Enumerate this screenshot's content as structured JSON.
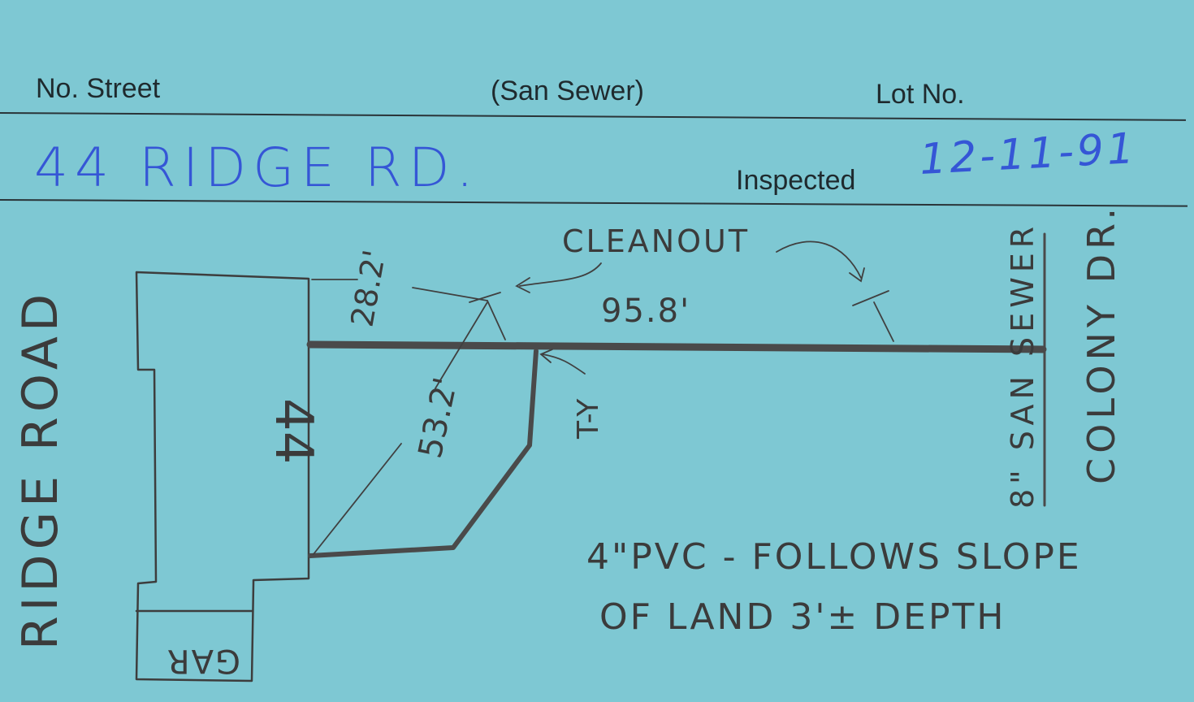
{
  "header": {
    "street_label": "No. Street",
    "service_label": "(San Sewer)",
    "lot_label": "Lot No.",
    "inspected_label": "Inspected"
  },
  "entry": {
    "address": "44 RIDGE RD.",
    "inspected_date": "12-11-91"
  },
  "sketch": {
    "street_left": "RIDGE ROAD",
    "street_right": "COLONY DR.",
    "sewer_label": "8\" SAN SEWER",
    "house_number": "44",
    "garage_label": "GAR",
    "cleanout_label": "CLEANOUT",
    "dim_1": "28.2'",
    "dim_2": "53.2'",
    "dim_3": "95.8'",
    "tee_label": "T-Y",
    "note_line1": "4\"PVC - FOLLOWS SLOPE",
    "note_line2": "OF LAND 3'± DEPTH"
  },
  "colors": {
    "card": "#7ec8d3",
    "ink_blue": "#3556d6",
    "pencil": "#3b3b3b"
  }
}
